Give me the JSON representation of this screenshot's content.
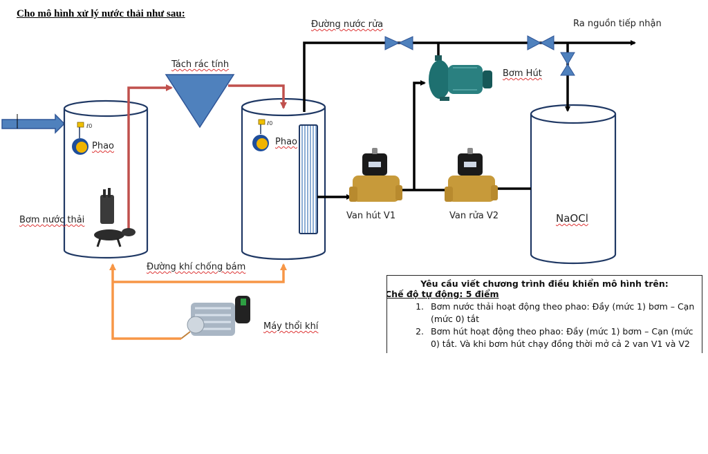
{
  "title": "Cho mô hình xử lý nước thải như sau:",
  "labels": {
    "wash_line": "Đường nước rửa",
    "discharge": "Ra nguồn tiếp nhận",
    "screen": "Tách rác tính",
    "suction_pump": "Bơm Hút",
    "float_1": "Phao",
    "float_2": "Phao",
    "waste_pump": "Bơm nước thải",
    "valve_v1": "Van hút V1",
    "valve_v2": "Van rửa V2",
    "naocl_tank": "NaOCl",
    "air_line": "Đường khí chống bám",
    "blower": "Máy thổi khí"
  },
  "colors": {
    "tank_outline": "#1f3864",
    "wastewater_pipe": "#c0504d",
    "air_pipe": "#f79646",
    "valve_fill": "#4f81bd",
    "process_pipe": "#000000",
    "float_ball": "#1f4e9a",
    "float_core": "#f0b400"
  },
  "requirements": {
    "heading": "Yêu cầu viết chương trình điều khiển mô hình trên:",
    "mode": "Chế độ tự động: 5 điểm",
    "items": [
      "Bơm nước thải hoạt động theo phao: Đầy (mức 1) bơm – Cạn (mức 0) tắt",
      "Bơm hút hoạt động theo phao: Đầy (mức 1) bơm – Cạn (mức 0) tắt. Và khi bơm hút chạy đồng thời mở cả 2 van V1 và V2"
    ]
  }
}
